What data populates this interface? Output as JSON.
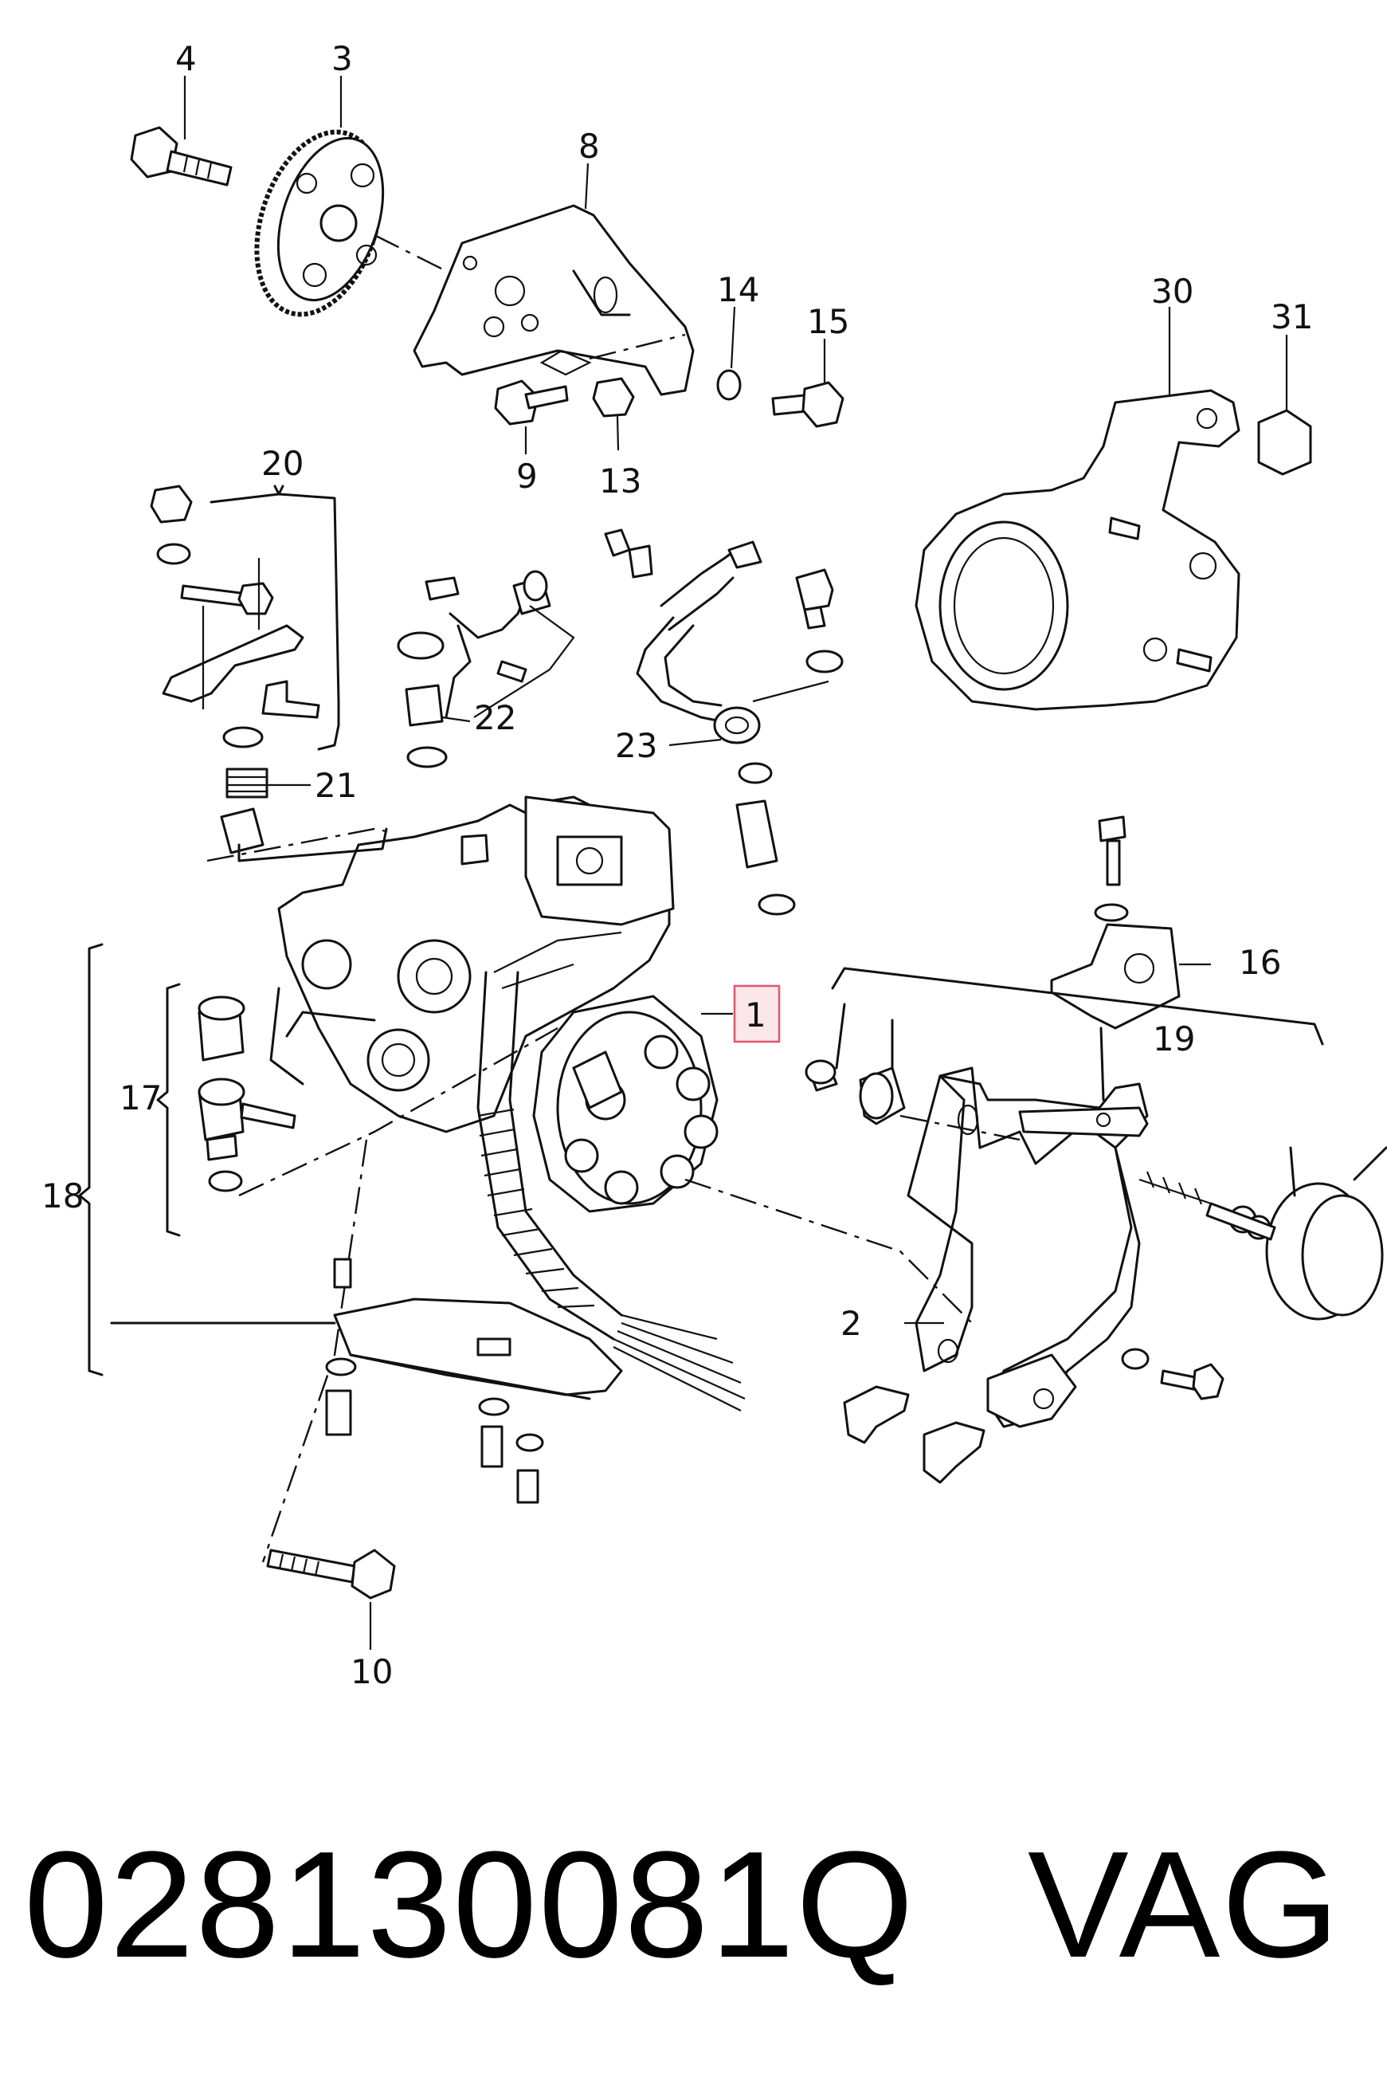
{
  "diagram": {
    "labels": {
      "l1": "1",
      "l2": "2",
      "l3": "3",
      "l4": "4",
      "l8": "8",
      "l9": "9",
      "l10": "10",
      "l13": "13",
      "l14": "14",
      "l15": "15",
      "l16": "16",
      "l17": "17",
      "l18": "18",
      "l19": "19",
      "l20": "20",
      "l21": "21",
      "l22": "22",
      "l23": "23",
      "l30": "30",
      "l31": "31"
    },
    "highlighted_label": "1",
    "highlight_color": "#e0566f"
  },
  "footer": {
    "part_number": "028130081Q",
    "brand": "VAG"
  }
}
